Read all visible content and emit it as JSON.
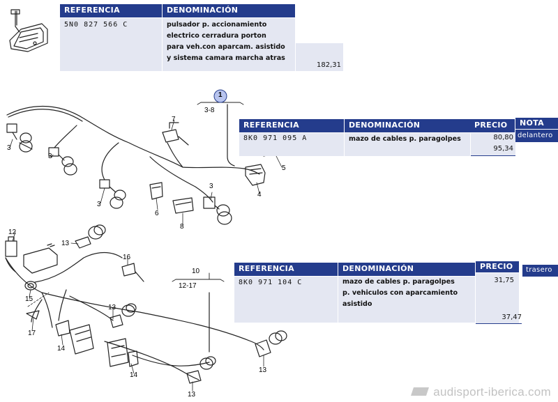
{
  "table_top": {
    "header_ref": "REFERENCIA",
    "header_den": "DENOMINACIÓN",
    "ref": "5N0 827 566 C",
    "desc": "pulsador p. accionamiento\nelectrico cerradura porton\npara veh.con aparcam. asistido\ny sistema camara marcha atras",
    "price": "182,31"
  },
  "table_mid": {
    "header_ref": "REFERENCIA",
    "header_den": "DENOMINACIÓN",
    "header_precio": "PRECIO",
    "header_nota": "NOTA",
    "nota_value": "delantero",
    "ref": "8K0 971 095 A",
    "desc": "mazo de cables p. paragolpes",
    "price_1": "80,80",
    "price_2": "95,34"
  },
  "table_bot": {
    "header_ref": "REFERENCIA",
    "header_den": "DENOMINACIÓN",
    "header_precio": "PRECIO",
    "nota_value": "trasero",
    "ref": "8K0 971 104 C",
    "desc": "mazo de cables p. paragolpes\np. vehiculos con aparcamiento\nasistido",
    "price_1": "31,75",
    "price_2": "37,47"
  },
  "callouts": {
    "c1": "1",
    "c1_range": "3-8",
    "c3a": "3",
    "c3b": "3",
    "c3c": "3",
    "c3d": "3",
    "c4": "4",
    "c5": "5",
    "c6": "6",
    "c7": "7",
    "c8": "8",
    "c10": "10",
    "c10_range": "12-17",
    "c12": "12",
    "c13a": "13",
    "c13b": "13",
    "c13c": "13",
    "c13d": "13",
    "c14a": "14",
    "c14b": "14",
    "c15": "15",
    "c16": "16",
    "c17": "17"
  },
  "watermark": "audisport-iberica.com",
  "colors": {
    "header_blue": "#243c8c",
    "cell_bg": "#e4e7f2",
    "callout_circle": "#b8c4ee"
  }
}
